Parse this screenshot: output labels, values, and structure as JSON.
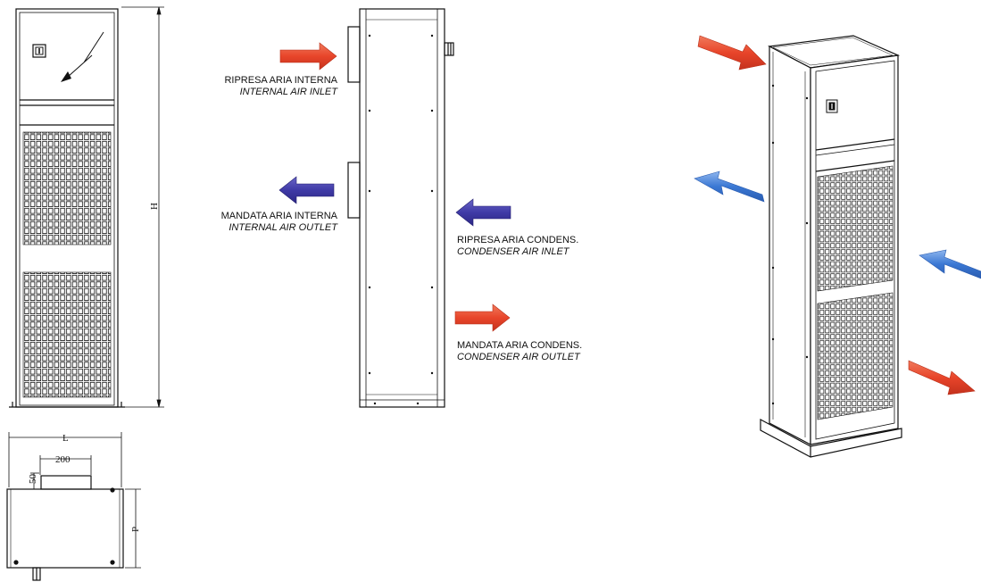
{
  "colors": {
    "hot": "#e8452a",
    "cold": "#3f3aa6",
    "blue_iso": "#3b78d4",
    "line": "#111111"
  },
  "labels": {
    "internal_inlet": {
      "it": "RIPRESA ARIA INTERNA",
      "en": "INTERNAL AIR INLET"
    },
    "internal_outlet": {
      "it": "MANDATA ARIA INTERNA",
      "en": "INTERNAL AIR OUTLET"
    },
    "condenser_inlet": {
      "it": "RIPRESA ARIA CONDENS.",
      "en": "CONDENSER AIR INLET"
    },
    "condenser_outlet": {
      "it": "MANDATA ARIA CONDENS.",
      "en": "CONDENSER AIR OUTLET"
    }
  },
  "dimensions": {
    "height": "H",
    "length": "L",
    "depth": "P",
    "width_200": "200",
    "offset_50": "50"
  },
  "icons": {
    "switch": "rotary-switch-icon",
    "hazard": "lightning-bolt-icon"
  }
}
